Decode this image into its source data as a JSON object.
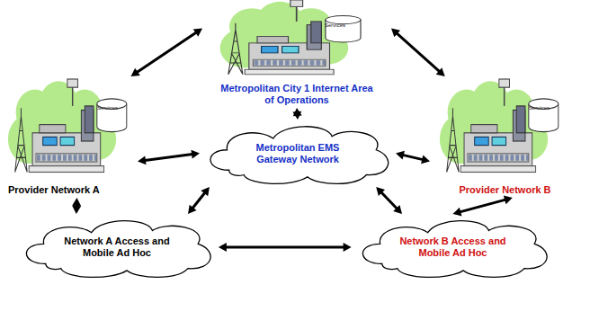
{
  "diagram": {
    "nodes": [
      {
        "text": [
          "Metropolitan City 1 Internet Area of Operations"
        ]
      },
      {
        "text": [
          "Provider Network A"
        ]
      },
      {
        "text": [
          "Provider Network B"
        ]
      },
      {
        "text": [
          "Metropolitan EMS Gateway Network"
        ]
      },
      {
        "text": [
          "Network A Access and Mobile Ad Hoc"
        ]
      },
      {
        "text": [
          "Network B Access and Mobile Ad Hoc"
        ]
      }
    ],
    "edges": [
      {
        "from": 0,
        "to": 1,
        "arrow": "both"
      },
      {
        "from": 0,
        "to": 2,
        "arrow": "both"
      },
      {
        "from": 0,
        "to": 3,
        "arrow": "both"
      },
      {
        "from": 1,
        "to": 3,
        "arrow": "both"
      },
      {
        "from": 2,
        "to": 3,
        "arrow": "both"
      },
      {
        "from": 1,
        "to": 4,
        "arrow": "both"
      },
      {
        "from": 2,
        "to": 5,
        "arrow": "both"
      },
      {
        "from": 3,
        "to": 4,
        "arrow": "both"
      },
      {
        "from": 3,
        "to": 5,
        "arrow": "both"
      },
      {
        "from": 4,
        "to": 5,
        "arrow": "both"
      }
    ],
    "labels": [
      "Services",
      "Services",
      "Services"
    ]
  }
}
